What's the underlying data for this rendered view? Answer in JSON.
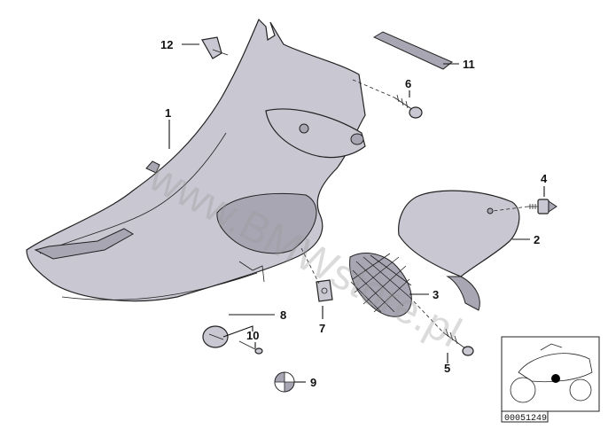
{
  "diagram": {
    "callouts": [
      {
        "id": "c1",
        "label": "1"
      },
      {
        "id": "c2",
        "label": "2"
      },
      {
        "id": "c3",
        "label": "3"
      },
      {
        "id": "c4",
        "label": "4"
      },
      {
        "id": "c5",
        "label": "5"
      },
      {
        "id": "c6",
        "label": "6"
      },
      {
        "id": "c7",
        "label": "7"
      },
      {
        "id": "c8",
        "label": "8"
      },
      {
        "id": "c9",
        "label": "9"
      },
      {
        "id": "c10",
        "label": "10"
      },
      {
        "id": "c11",
        "label": "11"
      },
      {
        "id": "c12",
        "label": "12"
      }
    ],
    "watermark": "www.BMWstore.pl",
    "inset_reference": "00051249",
    "colors": {
      "part_fill": "#c9c7d2",
      "line": "#222222",
      "background": "#ffffff"
    }
  }
}
